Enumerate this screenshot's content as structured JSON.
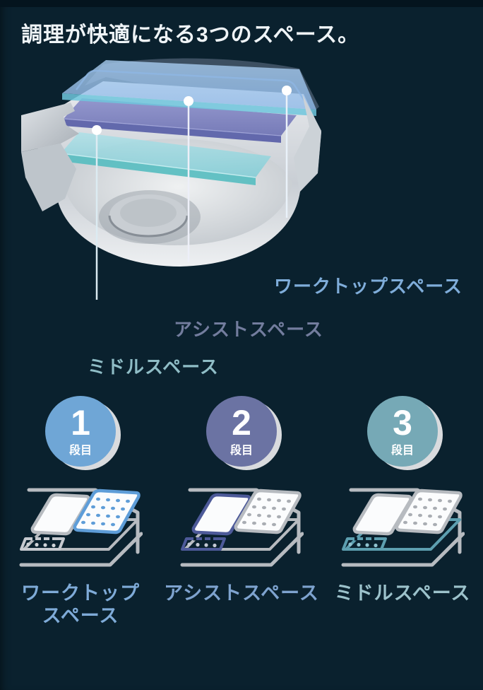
{
  "page": {
    "title": "調理が快適になる3つのスペース。",
    "background_color": "#0a212e"
  },
  "diagram": {
    "description": "cutaway-sink-with-three-translucent-shelf-layers",
    "leader_color": "#ffffff",
    "labels": {
      "worktop": {
        "text": "ワークトップスペース",
        "color": "#7fadda"
      },
      "assist": {
        "text": "アシストスペース",
        "color": "#737d9e"
      },
      "middle": {
        "text": "ミドルスペース",
        "color": "#8fbdc6"
      }
    },
    "layer_colors": {
      "worktop_surface": "#9fc4e8",
      "assist_slab": "#6f74b5",
      "middle_slab": "#7cccd4",
      "sink_steel": "#cfd4d9"
    }
  },
  "steps": {
    "unit_label": "段目",
    "items": [
      {
        "number": "1",
        "label": "ワークトップ\nスペース",
        "circle_color": "#6fa6d6",
        "accent_color": "#5e9dd8",
        "label_color": "#7fabd8"
      },
      {
        "number": "2",
        "label": "アシストスペース",
        "circle_color": "#6b73a3",
        "accent_color": "#4d5a99",
        "label_color": "#7ea3cf"
      },
      {
        "number": "3",
        "label": "ミドルスペース",
        "circle_color": "#76a9b6",
        "accent_color": "#5d9fb0",
        "label_color": "#9cc2cb"
      }
    ]
  }
}
